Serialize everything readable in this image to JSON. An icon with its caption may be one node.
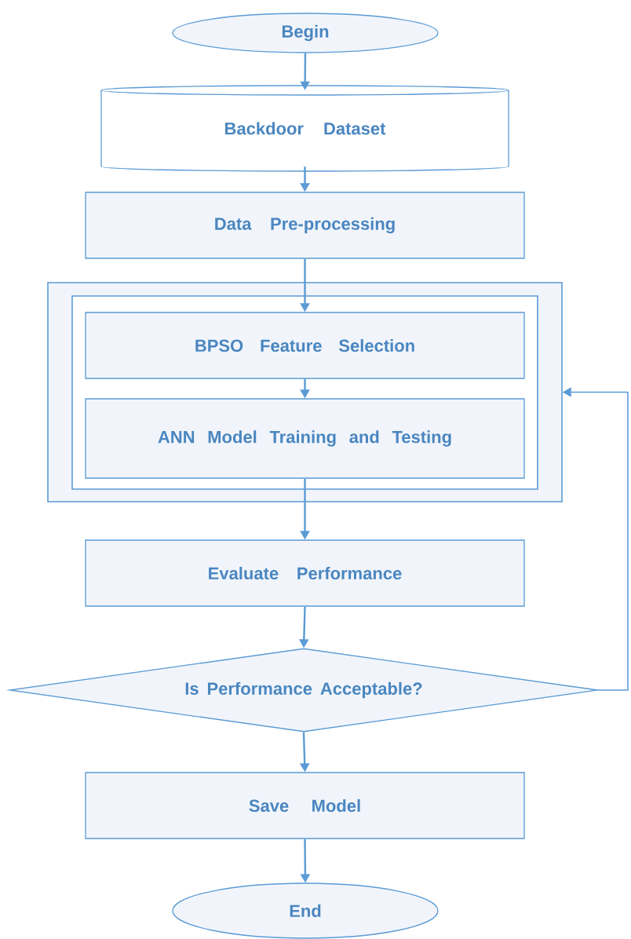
{
  "diagram": {
    "nodes": [
      {
        "text": [
          "Begin"
        ]
      },
      {
        "text": [
          "Backdoor Dataset"
        ]
      },
      {
        "text": [
          "Data Pre-processing"
        ]
      },
      {
        "text": [],
        "shape": "box"
      },
      {
        "text": [],
        "shape": "box",
        "in": 3
      },
      {
        "text": [
          "BPSO Feature Selection"
        ],
        "in": 4
      },
      {
        "text": [
          "ANN Model Training and Testing"
        ],
        "in": 4
      },
      {
        "text": [
          "Evaluate Performance"
        ]
      },
      {
        "text": [
          "Is Performance Acceptable?"
        ]
      },
      {
        "text": [
          "Save Model"
        ]
      },
      {
        "text": [
          "End"
        ]
      }
    ],
    "edges": [
      {
        "from": 0,
        "to": 1,
        "arrow": "to"
      },
      {
        "from": 1,
        "to": 2,
        "arrow": "to"
      },
      {
        "from": 2,
        "to": 5,
        "arrow": "to"
      },
      {
        "from": 5,
        "to": 6,
        "arrow": "to"
      },
      {
        "from": 6,
        "to": 7,
        "arrow": "to"
      },
      {
        "from": 7,
        "to": 8,
        "arrow": "to"
      },
      {
        "from": 8,
        "to": 9,
        "arrow": "to"
      },
      {
        "from": 8,
        "to": 3,
        "arrow": "to"
      },
      {
        "from": 9,
        "to": 10,
        "arrow": "to"
      }
    ]
  }
}
